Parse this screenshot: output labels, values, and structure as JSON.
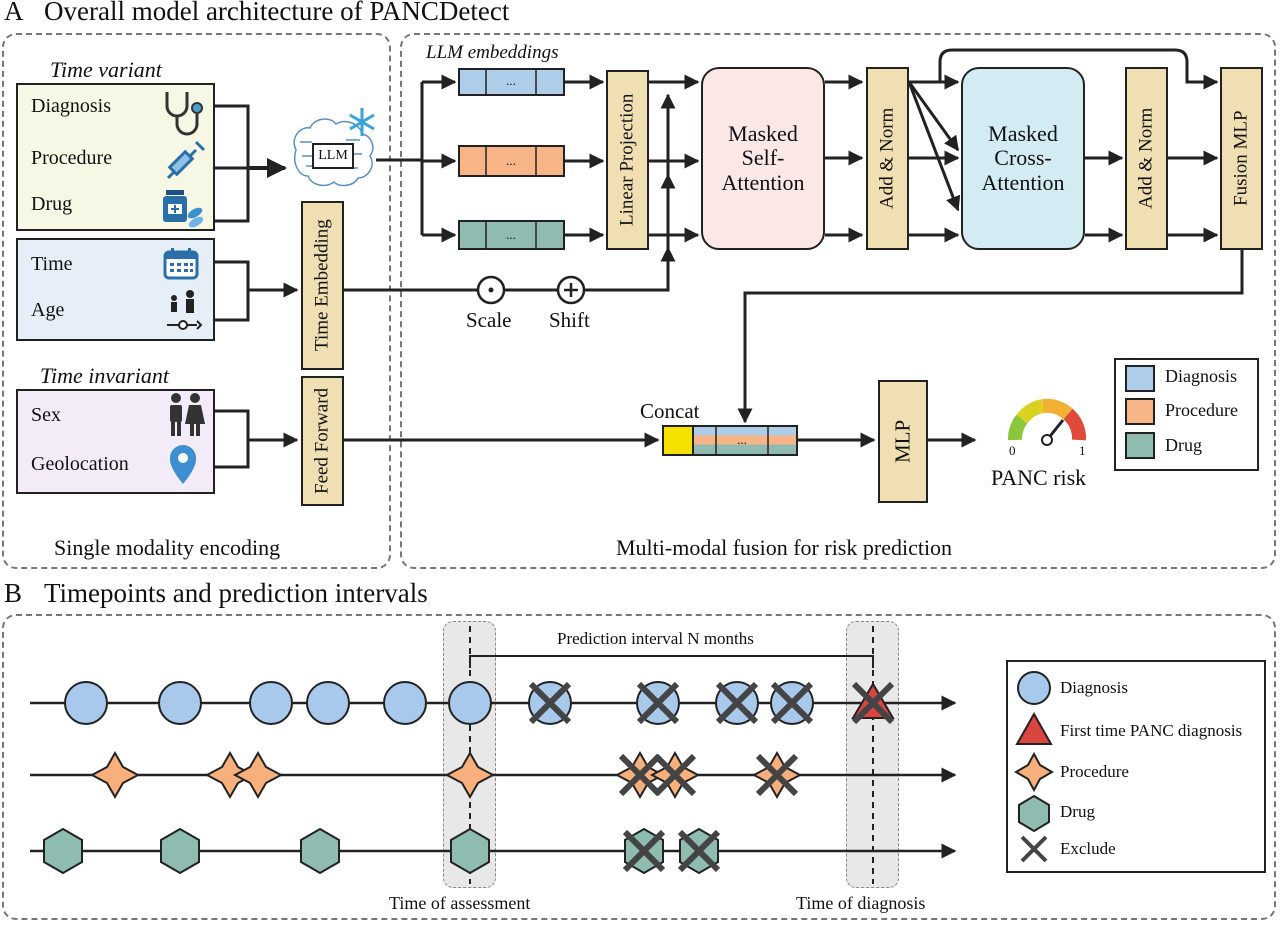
{
  "panel_a": {
    "letter": "A",
    "title": "Overall model architecture of PANCDetect",
    "single_modality_caption": "Single modality encoding",
    "fusion_caption": "Multi-modal fusion for risk prediction",
    "time_variant_label": "Time variant",
    "time_invariant_label": "Time invariant",
    "variant_items": [
      "Diagnosis",
      "Procedure",
      "Drug"
    ],
    "time_items": [
      "Time",
      "Age"
    ],
    "invariant_items": [
      "Sex",
      "Geolocation"
    ],
    "llm_label": "LLM",
    "llm_embeddings_label": "LLM embeddings",
    "ellipsis": "...",
    "time_embedding": "Time Embedding",
    "feed_forward": "Feed Forward",
    "scale_label": "Scale",
    "shift_label": "Shift",
    "linear_projection": "Linear Projection",
    "masked_self_attention": "Masked Self- Attention",
    "add_norm": "Add & Norm",
    "masked_cross_attention": "Masked Cross- Attention",
    "fusion_mlp": "Fusion MLP",
    "concat_label": "Concat",
    "mlp_label": "MLP",
    "gauge_min": "0",
    "gauge_max": "1",
    "panc_risk": "PANC risk",
    "legend": [
      "Diagnosis",
      "Procedure",
      "Drug"
    ],
    "colors": {
      "diagnosis": "#aecde9",
      "procedure": "#f7b486",
      "drug": "#8fbbb0",
      "self_attention": "#fbe7e5",
      "cross_attention": "#d3ecf4",
      "tan": "#efdfb2",
      "variant_bg": "#f7f7e5",
      "time_bg": "#e6eef8",
      "invariant_bg": "#f3ebf8"
    }
  },
  "panel_b": {
    "letter": "B",
    "title": "Timepoints and prediction intervals",
    "interval_label": "Prediction interval N months",
    "time_of_assessment": "Time of assessment",
    "time_of_diagnosis": "Time of diagnosis",
    "legend": [
      "Diagnosis",
      "First time PANC diagnosis",
      "Procedure",
      "Drug",
      "Exclude"
    ],
    "colors": {
      "diagnosis": "#a9c9ec",
      "panc": "#d9453f",
      "procedure": "#f7b07c",
      "drug": "#8fbcb0",
      "exclude": "#444444"
    }
  }
}
